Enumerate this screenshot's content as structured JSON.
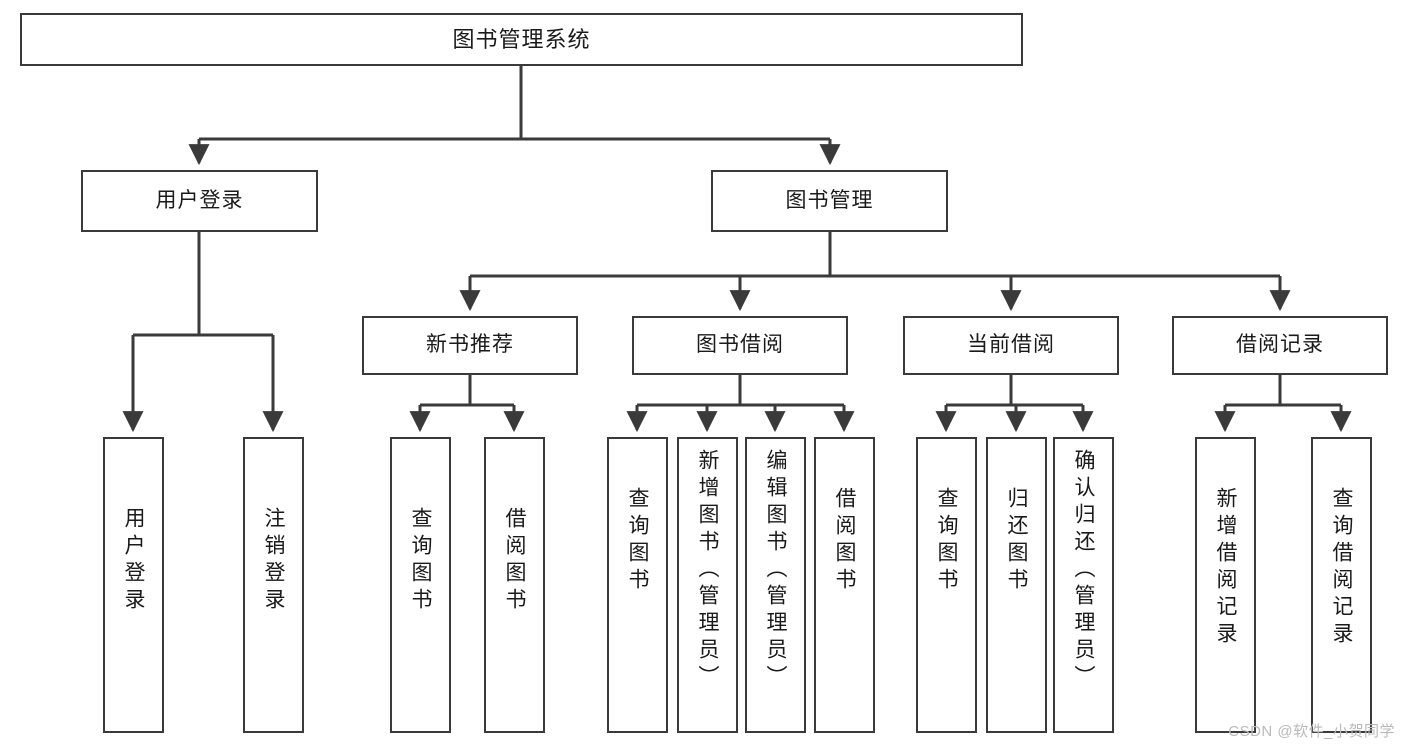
{
  "diagram": {
    "title": "图书管理系统",
    "watermark": "CSDN @软件_小贺同学",
    "stroke_color": "#3a3a3a",
    "fill_color": "#ffffff",
    "text_color": "#1a1a1a"
  },
  "root": {
    "label": "图书管理系统"
  },
  "level2": [
    {
      "label": "用户登录"
    },
    {
      "label": "图书管理"
    }
  ],
  "level3": [
    {
      "label": "新书推荐"
    },
    {
      "label": "图书借阅"
    },
    {
      "label": "当前借阅"
    },
    {
      "label": "借阅记录"
    }
  ],
  "leaves": {
    "user_login": [
      {
        "label": "用户登录"
      },
      {
        "label": "注销登录"
      }
    ],
    "new_book": [
      {
        "label": "查询图书"
      },
      {
        "label": "借阅图书"
      }
    ],
    "book_borrow": [
      {
        "label": "查询图书"
      },
      {
        "label": "新增图书（管理员）"
      },
      {
        "label": "编辑图书（管理员）"
      },
      {
        "label": "借阅图书"
      }
    ],
    "current_borrow": [
      {
        "label": "查询图书"
      },
      {
        "label": "归还图书"
      },
      {
        "label": "确认归还（管理员）"
      }
    ],
    "borrow_record": [
      {
        "label": "新增借阅记录"
      },
      {
        "label": "查询借阅记录"
      }
    ]
  }
}
